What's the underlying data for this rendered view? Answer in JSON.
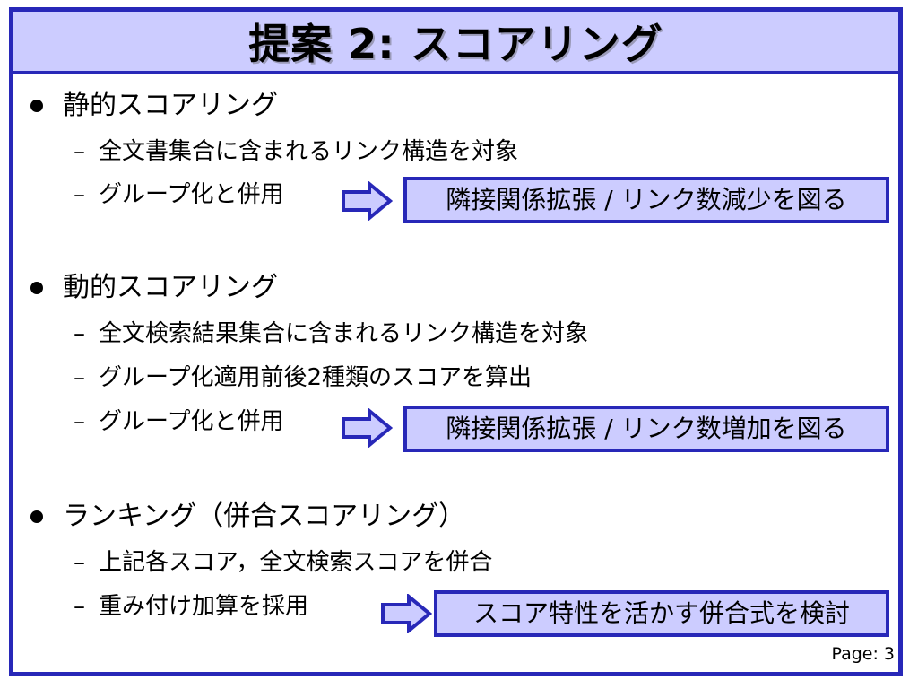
{
  "title": "提案 2: スコアリング",
  "sections": [
    {
      "heading": "静的スコアリング",
      "items": [
        "全文書集合に含まれるリンク構造を対象",
        "グループ化と併用"
      ],
      "callout": "隣接関係拡張 / リンク数減少を図る"
    },
    {
      "heading": "動的スコアリング",
      "items": [
        "全文検索結果集合に含まれるリンク構造を対象",
        "グループ化適用前後2種類のスコアを算出",
        "グループ化と併用"
      ],
      "callout": "隣接関係拡張 / リンク数増加を図る"
    },
    {
      "heading": "ランキング（併合スコアリング）",
      "items": [
        "上記各スコア，全文検索スコアを併合",
        "重み付け加算を採用"
      ],
      "callout": "スコア特性を活かす併合式を検討"
    }
  ],
  "dash": "–",
  "page_label": "Page: 3",
  "colors": {
    "frame": "#2828b8",
    "fill": "#ccccff"
  },
  "icons": {
    "arrow": "right-arrow-icon",
    "bullet": "bullet-icon"
  }
}
